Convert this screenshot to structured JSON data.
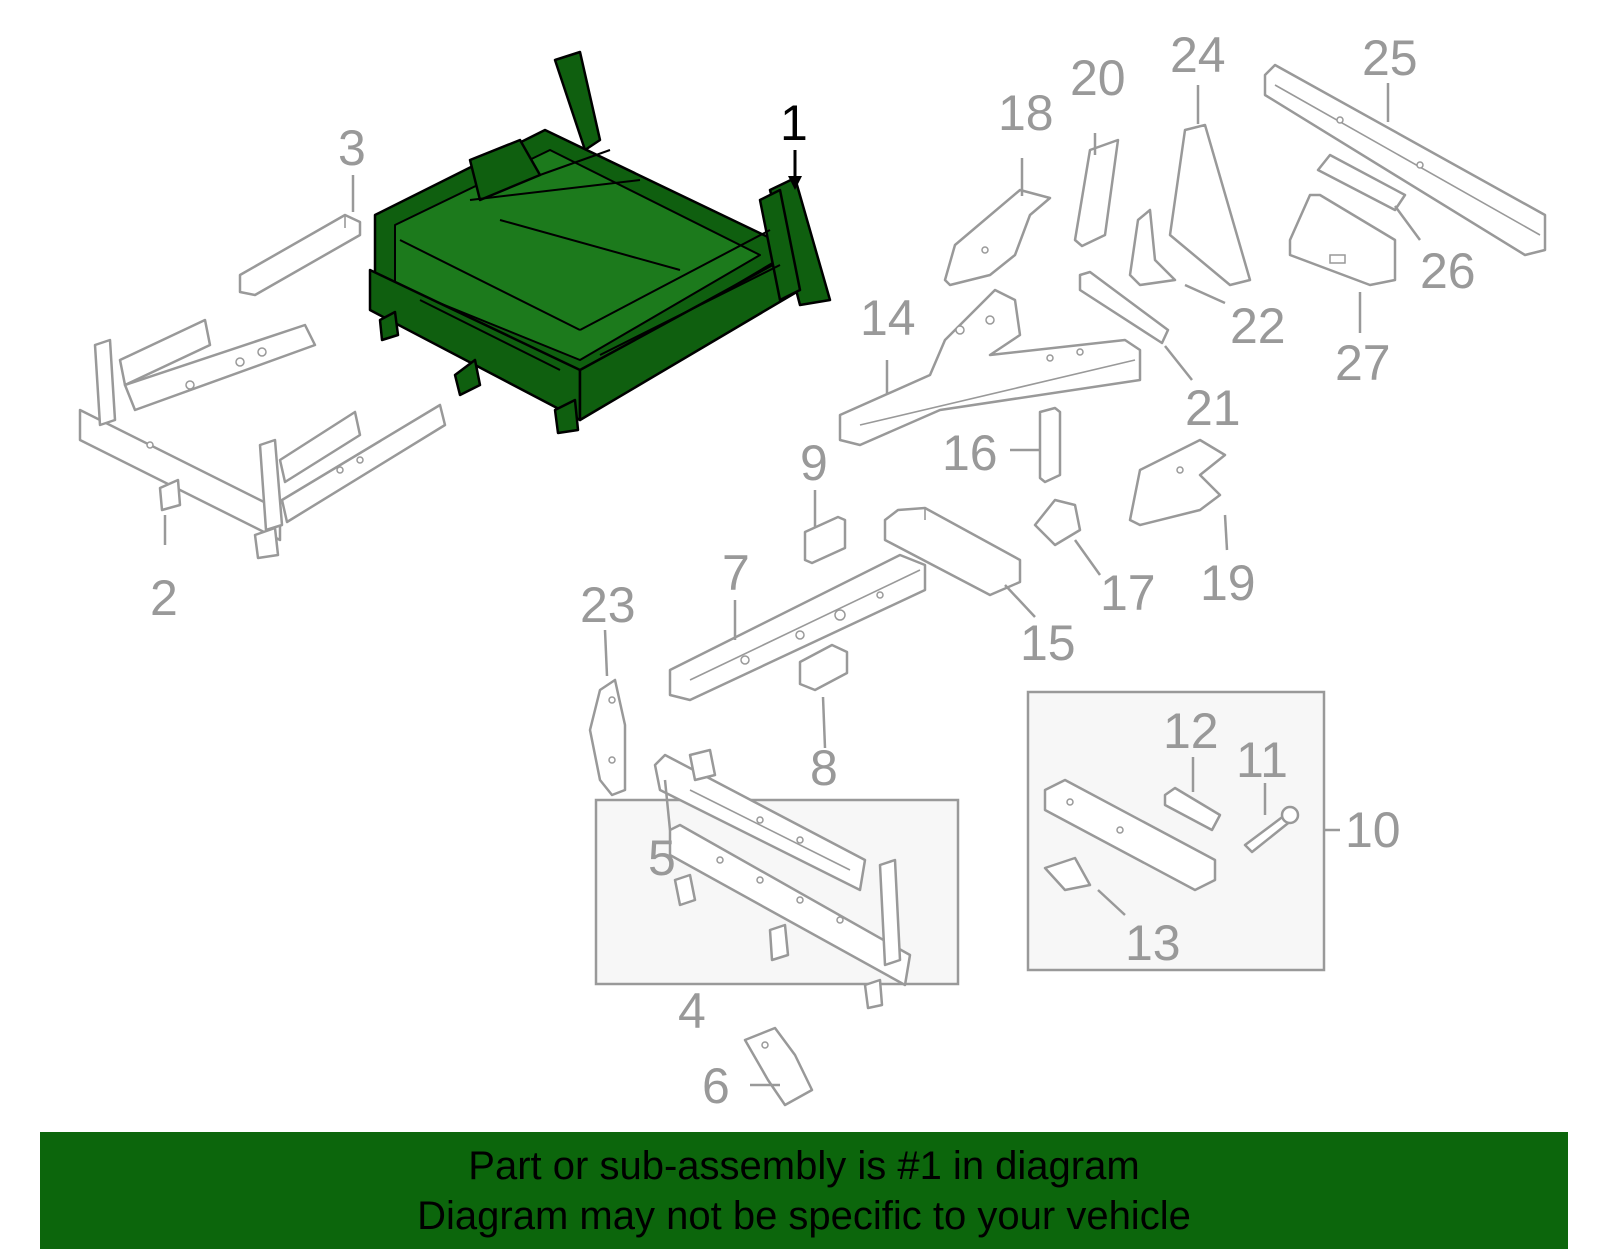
{
  "callouts": {
    "c1": "1",
    "c2": "2",
    "c3": "3",
    "c4": "4",
    "c5": "5",
    "c6": "6",
    "c7": "7",
    "c8": "8",
    "c9": "9",
    "c10": "10",
    "c11": "11",
    "c12": "12",
    "c13": "13",
    "c14": "14",
    "c15": "15",
    "c16": "16",
    "c17": "17",
    "c18": "18",
    "c19": "19",
    "c20": "20",
    "c21": "21",
    "c22": "22",
    "c23": "23",
    "c24": "24",
    "c25": "25",
    "c26": "26",
    "c27": "27"
  },
  "highlighted_part": "1",
  "colors": {
    "highlight": "#0f5f0f",
    "footer_background": "#0c660c",
    "part_outline": "#999999"
  },
  "footer": {
    "line1": "Part or sub-assembly is #1 in diagram",
    "line2": "Diagram may not be specific to your vehicle"
  }
}
